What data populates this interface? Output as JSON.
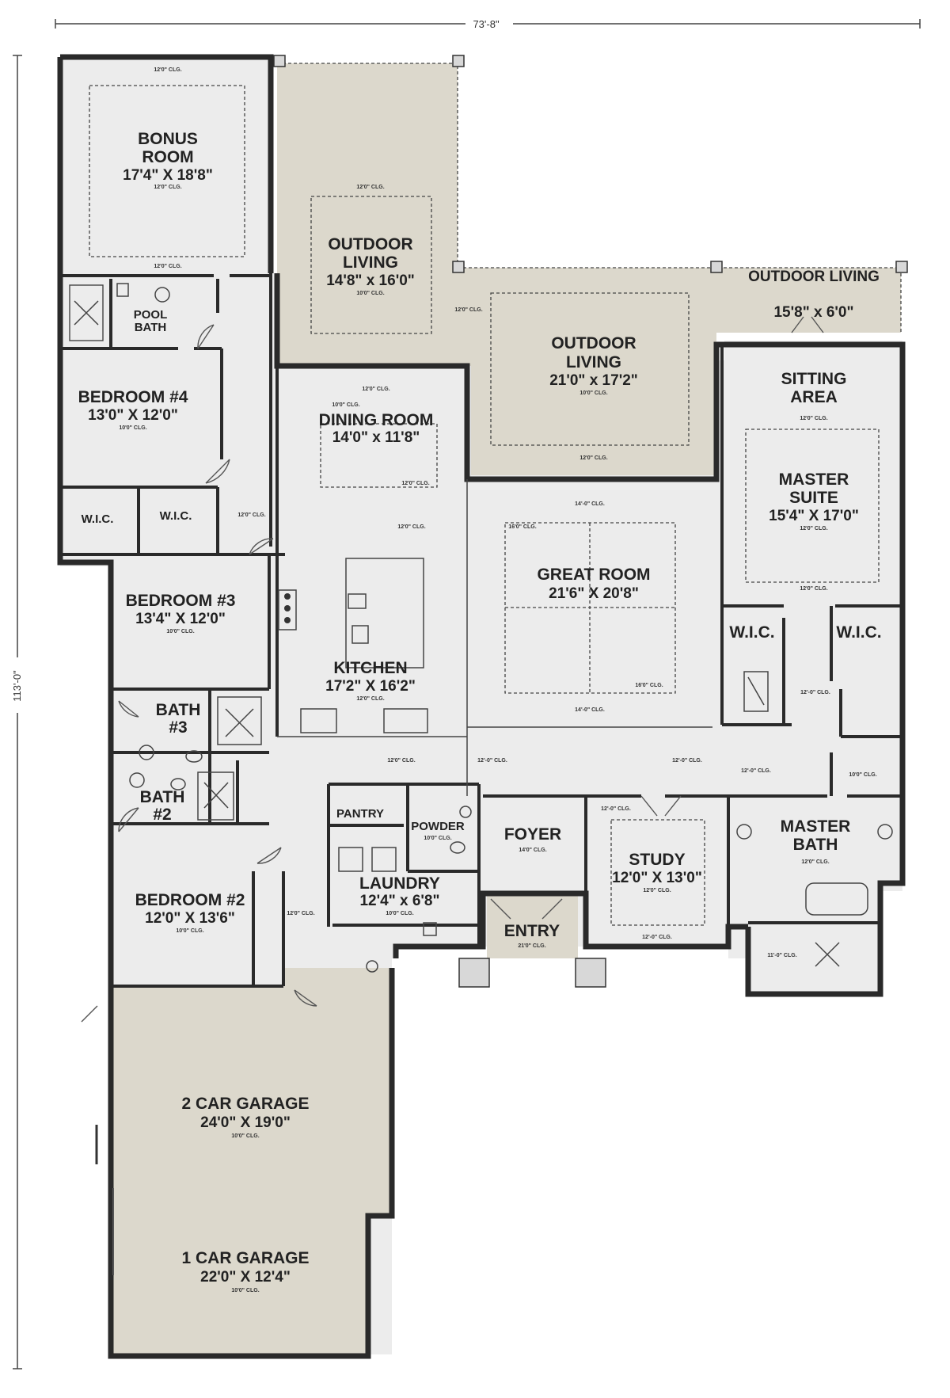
{
  "overall": {
    "width_label": "73'-8\"",
    "depth_label": "113'-0\""
  },
  "colors": {
    "interior": "#ececec",
    "exterior_tan": "#dcd8cc",
    "wall": "#2a2a2a"
  },
  "rooms": {
    "bonus": {
      "name1": "BONUS",
      "name2": "ROOM",
      "dims": "17'4\" X 18'8\"",
      "ceiling": "12'0\" CLG."
    },
    "bonus_top_ceiling": "12'0\" CLG.",
    "bonus_bottom_ceiling": "12'0\" CLG.",
    "pool_bath": {
      "name1": "POOL",
      "name2": "BATH"
    },
    "outdoor_living_1": {
      "name1": "OUTDOOR",
      "name2": "LIVING",
      "dims": "14'8\" x 16'0\"",
      "ceiling": "10'0\" CLG."
    },
    "outdoor_living_1_top_ceiling": "12'0\" CLG.",
    "outdoor_living_2": {
      "name1": "OUTDOOR",
      "name2": "LIVING",
      "dims": "21'0\" x 17'2\"",
      "ceiling": "10'0\" CLG."
    },
    "outdoor_living_2_left_ceiling": "12'0\" CLG.",
    "outdoor_living_2_bottom_ceiling": "12'0\" CLG.",
    "outdoor_living_3": {
      "name": "OUTDOOR LIVING",
      "dims": "15'8\" x 6'0\""
    },
    "bedroom4": {
      "name": "BEDROOM #4",
      "dims": "13'0\" X 12'0\"",
      "ceiling": "10'0\" CLG."
    },
    "wic_b4a": {
      "name": "W.I.C."
    },
    "wic_b4b": {
      "name": "W.I.C."
    },
    "dining": {
      "name": "DINING ROOM",
      "dims": "14'0\" x 11'8\"",
      "ceiling_top": "12'0\" CLG.",
      "ceiling_a": "10'0\" CLG.",
      "ceiling_b": "12'0\" CLG."
    },
    "hall_ceiling": "12'0\" CLG.",
    "bedroom3": {
      "name": "BEDROOM #3",
      "dims": "13'4\" X 12'0\"",
      "ceiling": "10'0\" CLG."
    },
    "kitchen": {
      "name": "KITCHEN",
      "dims": "17'2\" X 16'2\"",
      "ceiling": "12'0\" CLG.",
      "ceiling_upper": "12'0\" CLG."
    },
    "great_room": {
      "name": "GREAT ROOM",
      "dims": "21'6\" X 20'8\"",
      "ceiling_top": "14'-0\" CLG.",
      "ceiling_left": "16'0\" CLG.",
      "ceiling_right": "16'0\" CLG.",
      "ceiling_bottom": "14'-0\" CLG."
    },
    "sitting": {
      "name1": "SITTING",
      "name2": "AREA",
      "ceiling": "12'0\" CLG."
    },
    "master_suite": {
      "name1": "MASTER",
      "name2": "SUITE",
      "dims": "15'4\" X 17'0\"",
      "ceiling": "12'0\" CLG.",
      "ceiling_bottom": "12'0\" CLG."
    },
    "wic_m1": {
      "name": "W.I.C."
    },
    "wic_m2": {
      "name": "W.I.C."
    },
    "master_hall_ceiling": "12'-0\" CLG.",
    "bath3": {
      "name1": "BATH",
      "name2": "#3"
    },
    "bath2": {
      "name1": "BATH",
      "name2": "#2"
    },
    "gallery": {
      "ceiling_a": "12'0\" CLG.",
      "ceiling_b": "12'-0\" CLG.",
      "ceiling_c": "12'-0\" CLG.",
      "ceiling_d": "12'-0\" CLG.",
      "ceiling_e": "10'0\" CLG."
    },
    "pantry": {
      "name": "PANTRY"
    },
    "powder": {
      "name": "POWDER",
      "ceiling": "10'0\" CLG."
    },
    "foyer": {
      "name": "FOYER",
      "ceiling": "14'0\" CLG."
    },
    "study": {
      "name": "STUDY",
      "dims": "12'0\" X 13'0\"",
      "ceiling": "12'0\" CLG.",
      "ceiling_top": "12'-0\" CLG.",
      "ceiling_bottom": "12'-0\" CLG."
    },
    "master_bath": {
      "name1": "MASTER",
      "name2": "BATH",
      "ceiling": "12'0\" CLG."
    },
    "master_bath_closet_ceiling": "11'-0\" CLG.",
    "laundry": {
      "name": "LAUNDRY",
      "dims": "12'4\" x 6'8\"",
      "ceiling": "10'0\" CLG."
    },
    "entry": {
      "name": "ENTRY",
      "ceiling": "21'0\" CLG."
    },
    "bedroom2": {
      "name": "BEDROOM #2",
      "dims": "12'0\" X 13'6\"",
      "ceiling": "10'0\" CLG.",
      "hall_ceiling": "12'0\" CLG."
    },
    "garage2": {
      "name": "2 CAR GARAGE",
      "dims": "24'0\" X 19'0\"",
      "ceiling": "10'0\" CLG."
    },
    "garage1": {
      "name": "1 CAR GARAGE",
      "dims": "22'0\" X 12'4\"",
      "ceiling": "10'0\" CLG."
    }
  }
}
